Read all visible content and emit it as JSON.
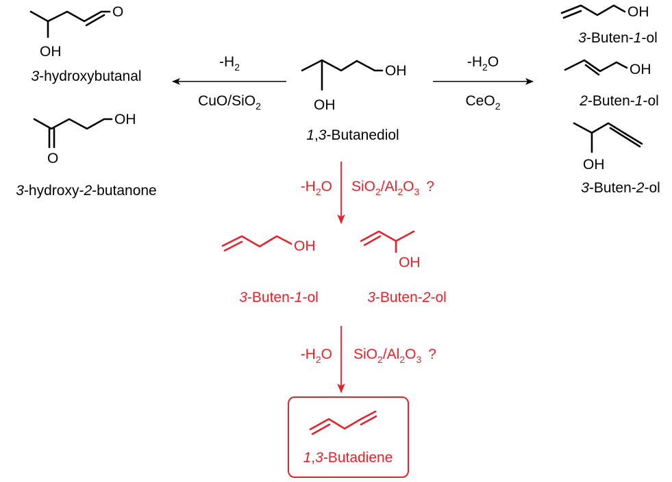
{
  "colors": {
    "black": "#000000",
    "red": "#e8202a"
  },
  "center": {
    "name_num": "1",
    "name_sep": ",",
    "name_num2": "3",
    "name_rest": "-Butanediol",
    "oh_right": "OH",
    "oh_bottom": "OH"
  },
  "left": {
    "arrow_top": "-H",
    "arrow_top_sub": "2",
    "arrow_bottom": "CuO/SiO",
    "arrow_bottom_sub": "2",
    "product1": {
      "oxygen": "O",
      "oh": "OH",
      "name_num": "3",
      "name_rest": "-hydroxybutanal"
    },
    "product2": {
      "oxygen": "O",
      "oh": "OH",
      "name_num": "3",
      "name_mid": "-hydroxy-",
      "name_num2": "2",
      "name_rest": "-butanone"
    }
  },
  "right": {
    "arrow_top": "-H",
    "arrow_top_sub": "2",
    "arrow_top_end": "O",
    "arrow_bottom": "CeO",
    "arrow_bottom_sub": "2",
    "product1": {
      "oh": "OH",
      "name_num": "3",
      "name_mid": "-Buten-",
      "name_num2": "1",
      "name_rest": "-ol"
    },
    "product2": {
      "oh": "OH",
      "name_num": "2",
      "name_mid": "-Buten-",
      "name_num2": "1",
      "name_rest": "-ol"
    },
    "product3": {
      "oh": "OH",
      "name_num": "3",
      "name_mid": "-Buten-",
      "name_num2": "2",
      "name_rest": "-ol"
    }
  },
  "step1": {
    "label_left": "-H",
    "label_left_sub": "2",
    "label_left_end": "O",
    "label_right": "SiO",
    "label_right_sub1": "2",
    "label_right_mid": "/Al",
    "label_right_sub2": "2",
    "label_right_end": "O",
    "label_right_sub3": "3",
    "label_q": "?"
  },
  "intermediates": {
    "a": {
      "oh": "OH",
      "name_num": "3",
      "name_mid": "-Buten-",
      "name_num2": "1",
      "name_rest": "-ol"
    },
    "b": {
      "oh": "OH",
      "name_num": "3",
      "name_mid": "-Buten-",
      "name_num2": "2",
      "name_rest": "-ol"
    }
  },
  "step2": {
    "label_left": "-H",
    "label_left_sub": "2",
    "label_left_end": "O",
    "label_right": "SiO",
    "label_right_sub1": "2",
    "label_right_mid": "/Al",
    "label_right_sub2": "2",
    "label_right_end": "O",
    "label_right_sub3": "3",
    "label_q": "?"
  },
  "final": {
    "name_num": "1",
    "name_sep": ",",
    "name_num2": "3",
    "name_rest": "-Butadiene"
  }
}
